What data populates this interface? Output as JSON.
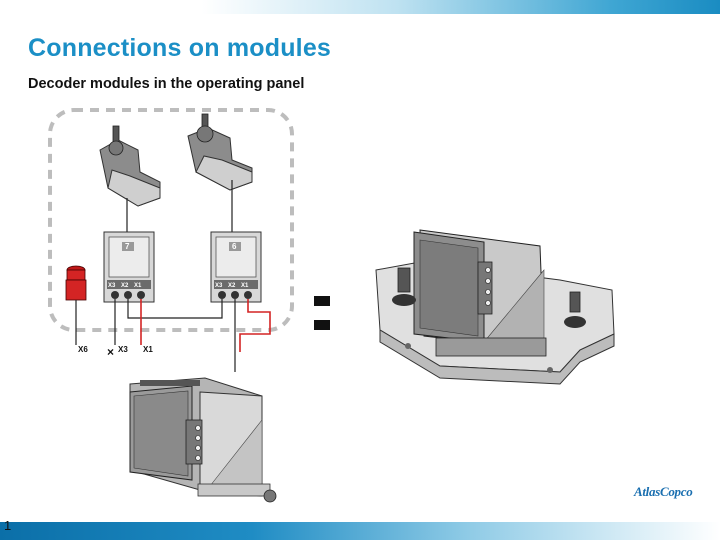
{
  "slide": {
    "title": "Connections on modules",
    "subtitle": "Decoder modules in the operating panel",
    "page_number": "1"
  },
  "logo": {
    "text": "AtlasCopco"
  },
  "diagram": {
    "module_left": {
      "top_label": "7",
      "connectors": [
        "X3",
        "X2",
        "X1"
      ]
    },
    "module_right": {
      "top_label": "6",
      "connectors": [
        "X3",
        "X2",
        "X1"
      ]
    },
    "cable_labels": [
      "X6",
      "X3",
      "X1"
    ],
    "equals_sign": "="
  },
  "colors": {
    "title": "#1b8fc6",
    "cable_red": "#d42424",
    "dashed_border": "#bdbdbd"
  }
}
